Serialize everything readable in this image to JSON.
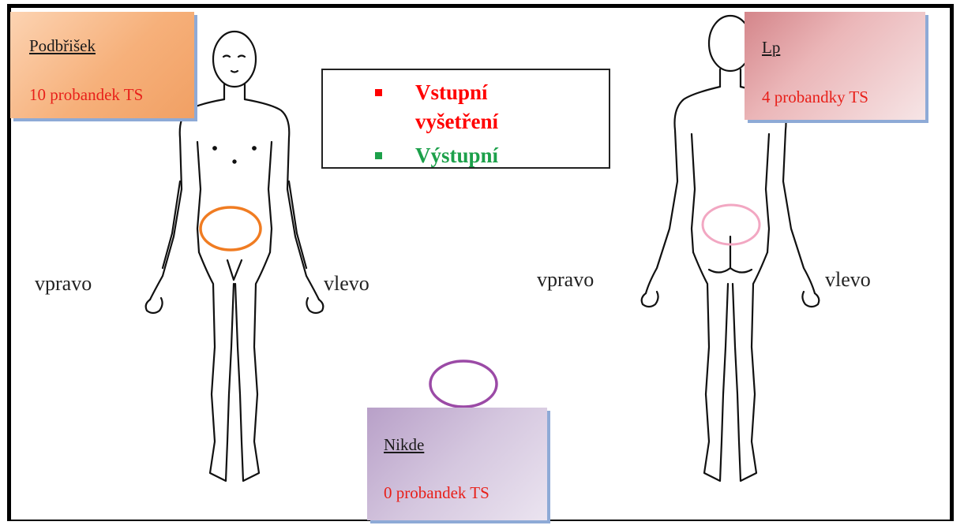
{
  "left_figure": {
    "right_side_label": "vpravo",
    "left_side_label": "vlevo"
  },
  "right_figure": {
    "right_side_label": "vpravo",
    "left_side_label": "vlevo"
  },
  "callouts": {
    "podbrisek": {
      "title": "Podbřišek",
      "count": "10 probandek TS",
      "marker_color": "#f07c22"
    },
    "lp": {
      "title": "Lp",
      "count": "4 probandky TS",
      "marker_color": "#f2a7c2"
    },
    "nikde": {
      "title": "Nikde",
      "count": "0 probandek TS",
      "marker_color": "#9b4aa6"
    }
  },
  "legend": {
    "entries": [
      {
        "label": "Vstupní vyšetření",
        "color": "#ff0000"
      },
      {
        "label": "Výstupní",
        "color": "#1ca04a"
      }
    ]
  }
}
